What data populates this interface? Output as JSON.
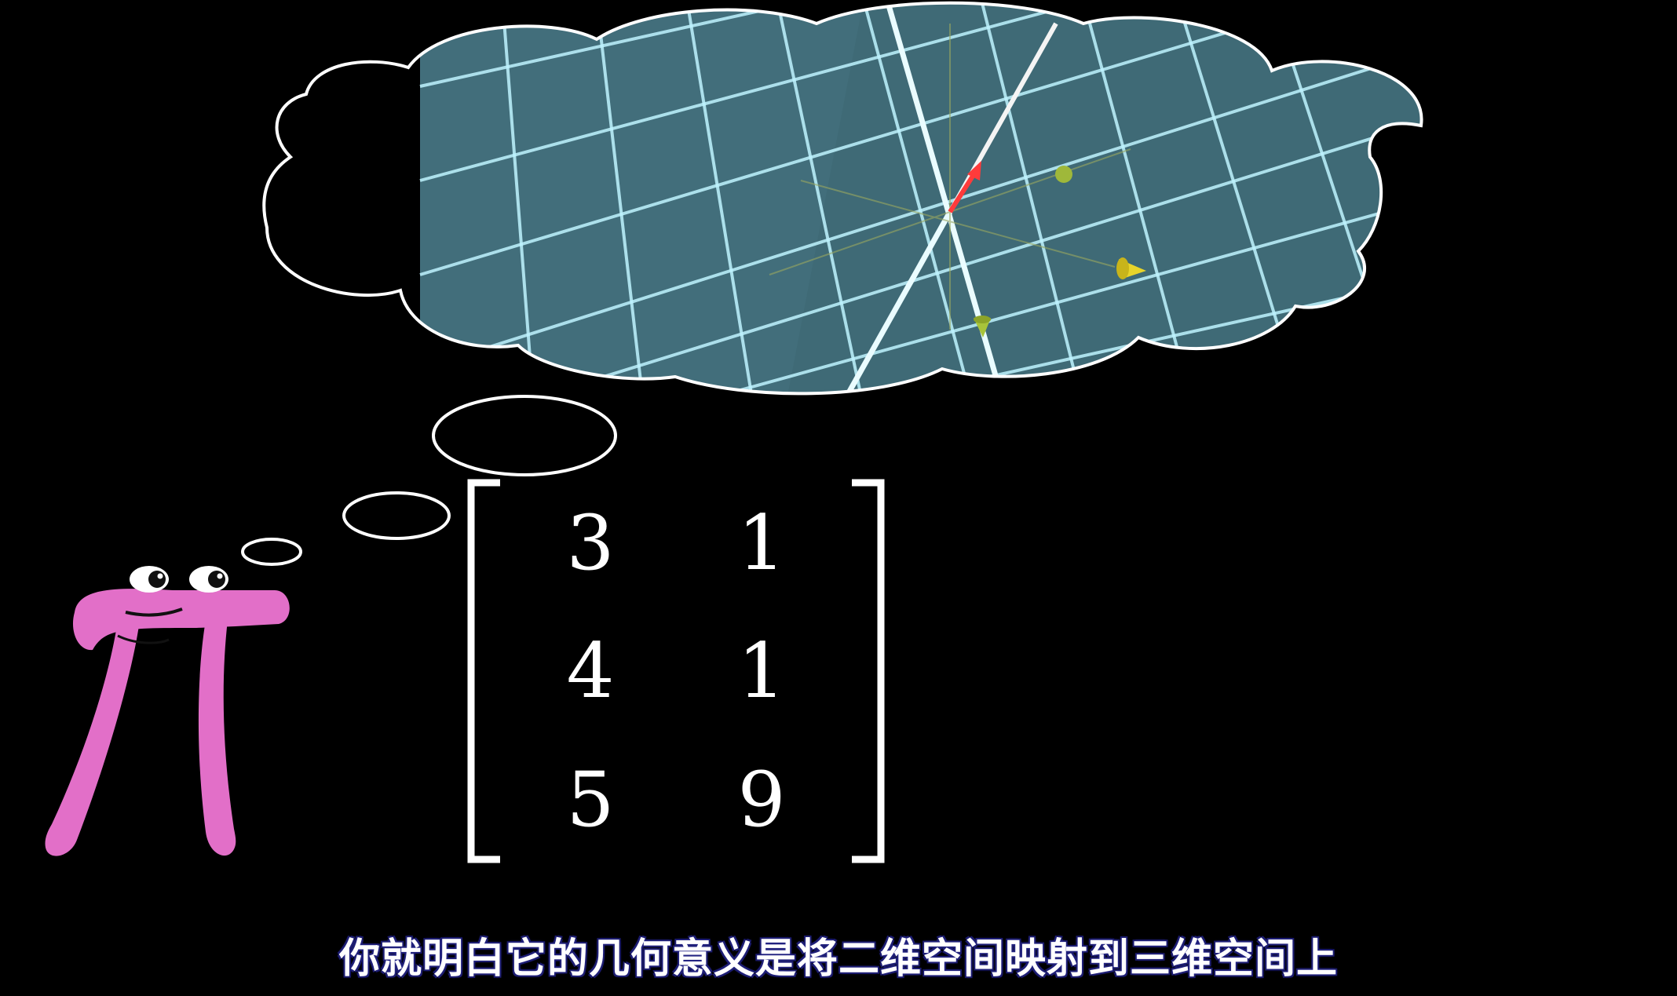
{
  "subtitle": "你就明白它的几何意义是将二维空间映射到三维空间上",
  "matrix": {
    "rows": [
      [
        "3",
        "1"
      ],
      [
        "4",
        "1"
      ],
      [
        "5",
        "9"
      ]
    ]
  },
  "colors": {
    "background": "#000000",
    "plane": "#3f6a76",
    "grid_line": "#bff4ff",
    "pi_creature": "#e26fc8",
    "vector_red": "#ff3b3b",
    "cone_yellow": "#e8d42a",
    "cone_green": "#a8c43a"
  },
  "icons": {
    "character": "pi-creature",
    "thought": "thought-bubble"
  }
}
